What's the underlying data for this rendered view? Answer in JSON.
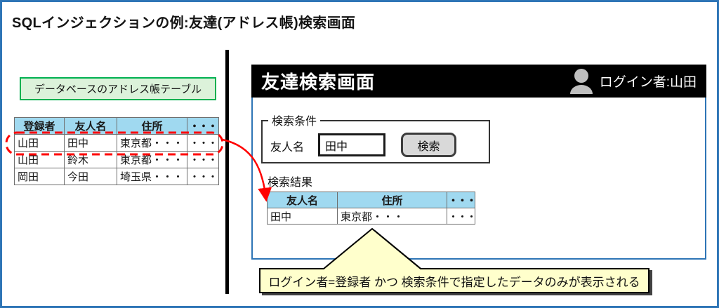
{
  "title": "SQLインジェクションの例:友達(アドレス帳)検索画面",
  "colors": {
    "outer_border": "#2E75B6",
    "panel_border": "#2E75B6",
    "header_bar_bg": "#000000",
    "table_header_bg": "#A0D9F0",
    "green_label_bg": "#DCF2DA",
    "green_label_border": "#00B050",
    "callout_bg": "#FFFFCC",
    "highlight_red": "#FF0000",
    "button_bg": "#D9D9D9"
  },
  "database": {
    "label": "データベースのアドレス帳テーブル",
    "table": {
      "headers": [
        "登録者",
        "友人名",
        "住所",
        "・・・"
      ],
      "rows": [
        [
          "山田",
          "田中",
          "東京都・・・",
          "・・・"
        ],
        [
          "山田",
          "鈴木",
          "東京都・・・",
          "・・・"
        ],
        [
          "岡田",
          "今田",
          "埼玉県・・・",
          "・・・"
        ]
      ]
    }
  },
  "app": {
    "title": "友達検索画面",
    "login_label": "ログイン者:山田",
    "search_form": {
      "legend": "検索条件",
      "field_label": "友人名",
      "field_value": "田中",
      "button_label": "検索"
    },
    "results": {
      "label": "検索結果",
      "headers": [
        "友人名",
        "住所",
        "・・・"
      ],
      "rows": [
        [
          "田中",
          "東京都・・・",
          "・・・"
        ]
      ]
    }
  },
  "callout": {
    "text": "ログイン者=登録者 かつ 検索条件で指定したデータのみが表示される"
  }
}
